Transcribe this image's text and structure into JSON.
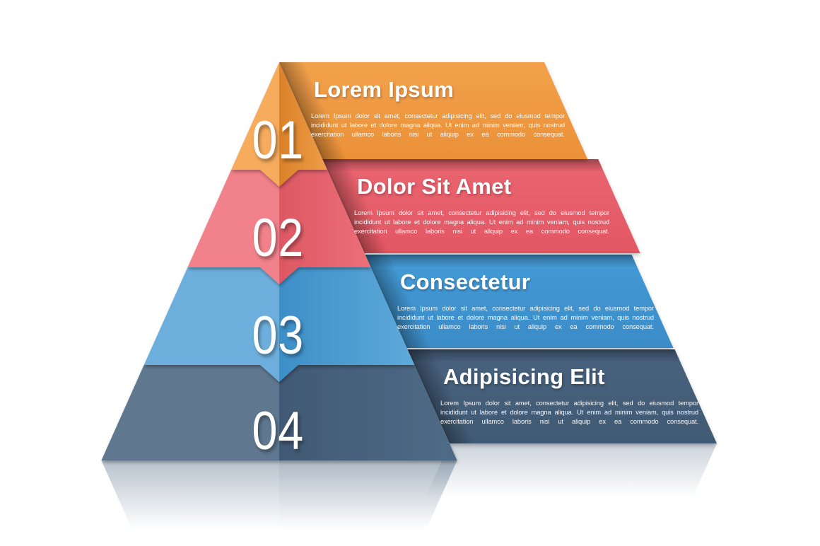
{
  "background_color": "#FFFFFF",
  "bands": [
    {
      "number": "01",
      "title": "Lorem Ipsum",
      "color": "#EF9A43",
      "face_light": "#F6AB5D",
      "face_dark": "#DA8129",
      "body_lines": [
        "Lorem Ipsum dolor sit amet, consectetur adipisicing elit, sed do eiusmod tempor",
        "incididunt ut labore et dolore magna aliqua. Ut enim ad minim veniam, quis nostrud",
        "exercitation ullamco laboris nisi ut aliquip ex ea commodo consequat."
      ]
    },
    {
      "number": "02",
      "title": "Dolor Sit Amet",
      "color": "#E8616C",
      "face_light": "#F1818B",
      "face_dark": "#DD5863",
      "body_lines": [
        "Lorem Ipsum dolor sit amet, consectetur adipisicing elit, sed do eiusmod tempor",
        "incididunt ut labore et dolore magna aliqua. Ut enim ad minim veniam, quis nostrud",
        "exercitation ullamco laboris nisi ut aliquip ex ea commodo consequat."
      ]
    },
    {
      "number": "03",
      "title": "Consectetur",
      "color": "#3F94D1",
      "face_light": "#6DAFDC",
      "face_dark": "#3D8FC8",
      "body_lines": [
        "Lorem Ipsum dolor sit amet, consectetur adipisicing elit, sed do eiusmod tempor",
        "incididunt ut labore et dolore magna aliqua. Ut enim ad minim veniam, quis nostrud",
        "exercitation ullamco laboris nisi ut aliquip ex ea commodo consequat."
      ]
    },
    {
      "number": "04",
      "title": "Adipisicing Elit",
      "color": "#455F7B",
      "face_light": "#5E7890",
      "face_dark": "#415974",
      "body_lines": [
        "Lorem Ipsum dolor sit amet, consectetur adipisicing elit, sed do eiusmod tempor",
        "incididunt ut labore et dolore magna aliqua. Ut enim ad minim veniam, quis nostrud",
        "exercitation ullamco laboris nisi ut aliquip ex ea commodo consequat."
      ]
    }
  ]
}
